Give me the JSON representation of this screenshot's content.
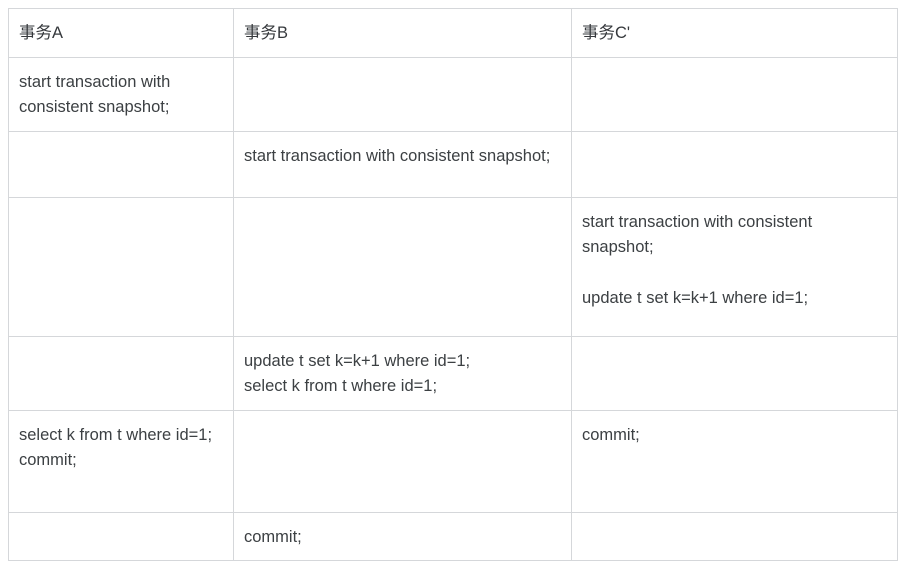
{
  "table": {
    "columns": [
      {
        "id": "col-a",
        "header": "事务A"
      },
      {
        "id": "col-b",
        "header": "事务B"
      },
      {
        "id": "col-c",
        "header": "事务C'"
      }
    ],
    "rows": [
      {
        "id": "row-1",
        "a_line1": "start transaction with consistent snapshot;",
        "b": "",
        "c": ""
      },
      {
        "id": "row-2",
        "a": "",
        "b_line1": "start transaction with consistent snapshot;",
        "c": ""
      },
      {
        "id": "row-3",
        "a": "",
        "b": "",
        "c_line1": "start transaction with consistent snapshot;",
        "c_line2": "update t set k=k+1 where id=1;"
      },
      {
        "id": "row-4",
        "a": "",
        "b_line1": "update t set k=k+1 where id=1;",
        "b_line2": "select k from t where id=1;",
        "c": ""
      },
      {
        "id": "row-5",
        "a_line1": "select k from t where id=1;",
        "a_line2": "commit;",
        "b": "",
        "c_line1": "commit;"
      },
      {
        "id": "row-6",
        "a": "",
        "b_line1": "commit;",
        "c": ""
      }
    ]
  },
  "colors": {
    "border": "#d5d7da",
    "text": "#3c4043",
    "background": "#ffffff"
  }
}
